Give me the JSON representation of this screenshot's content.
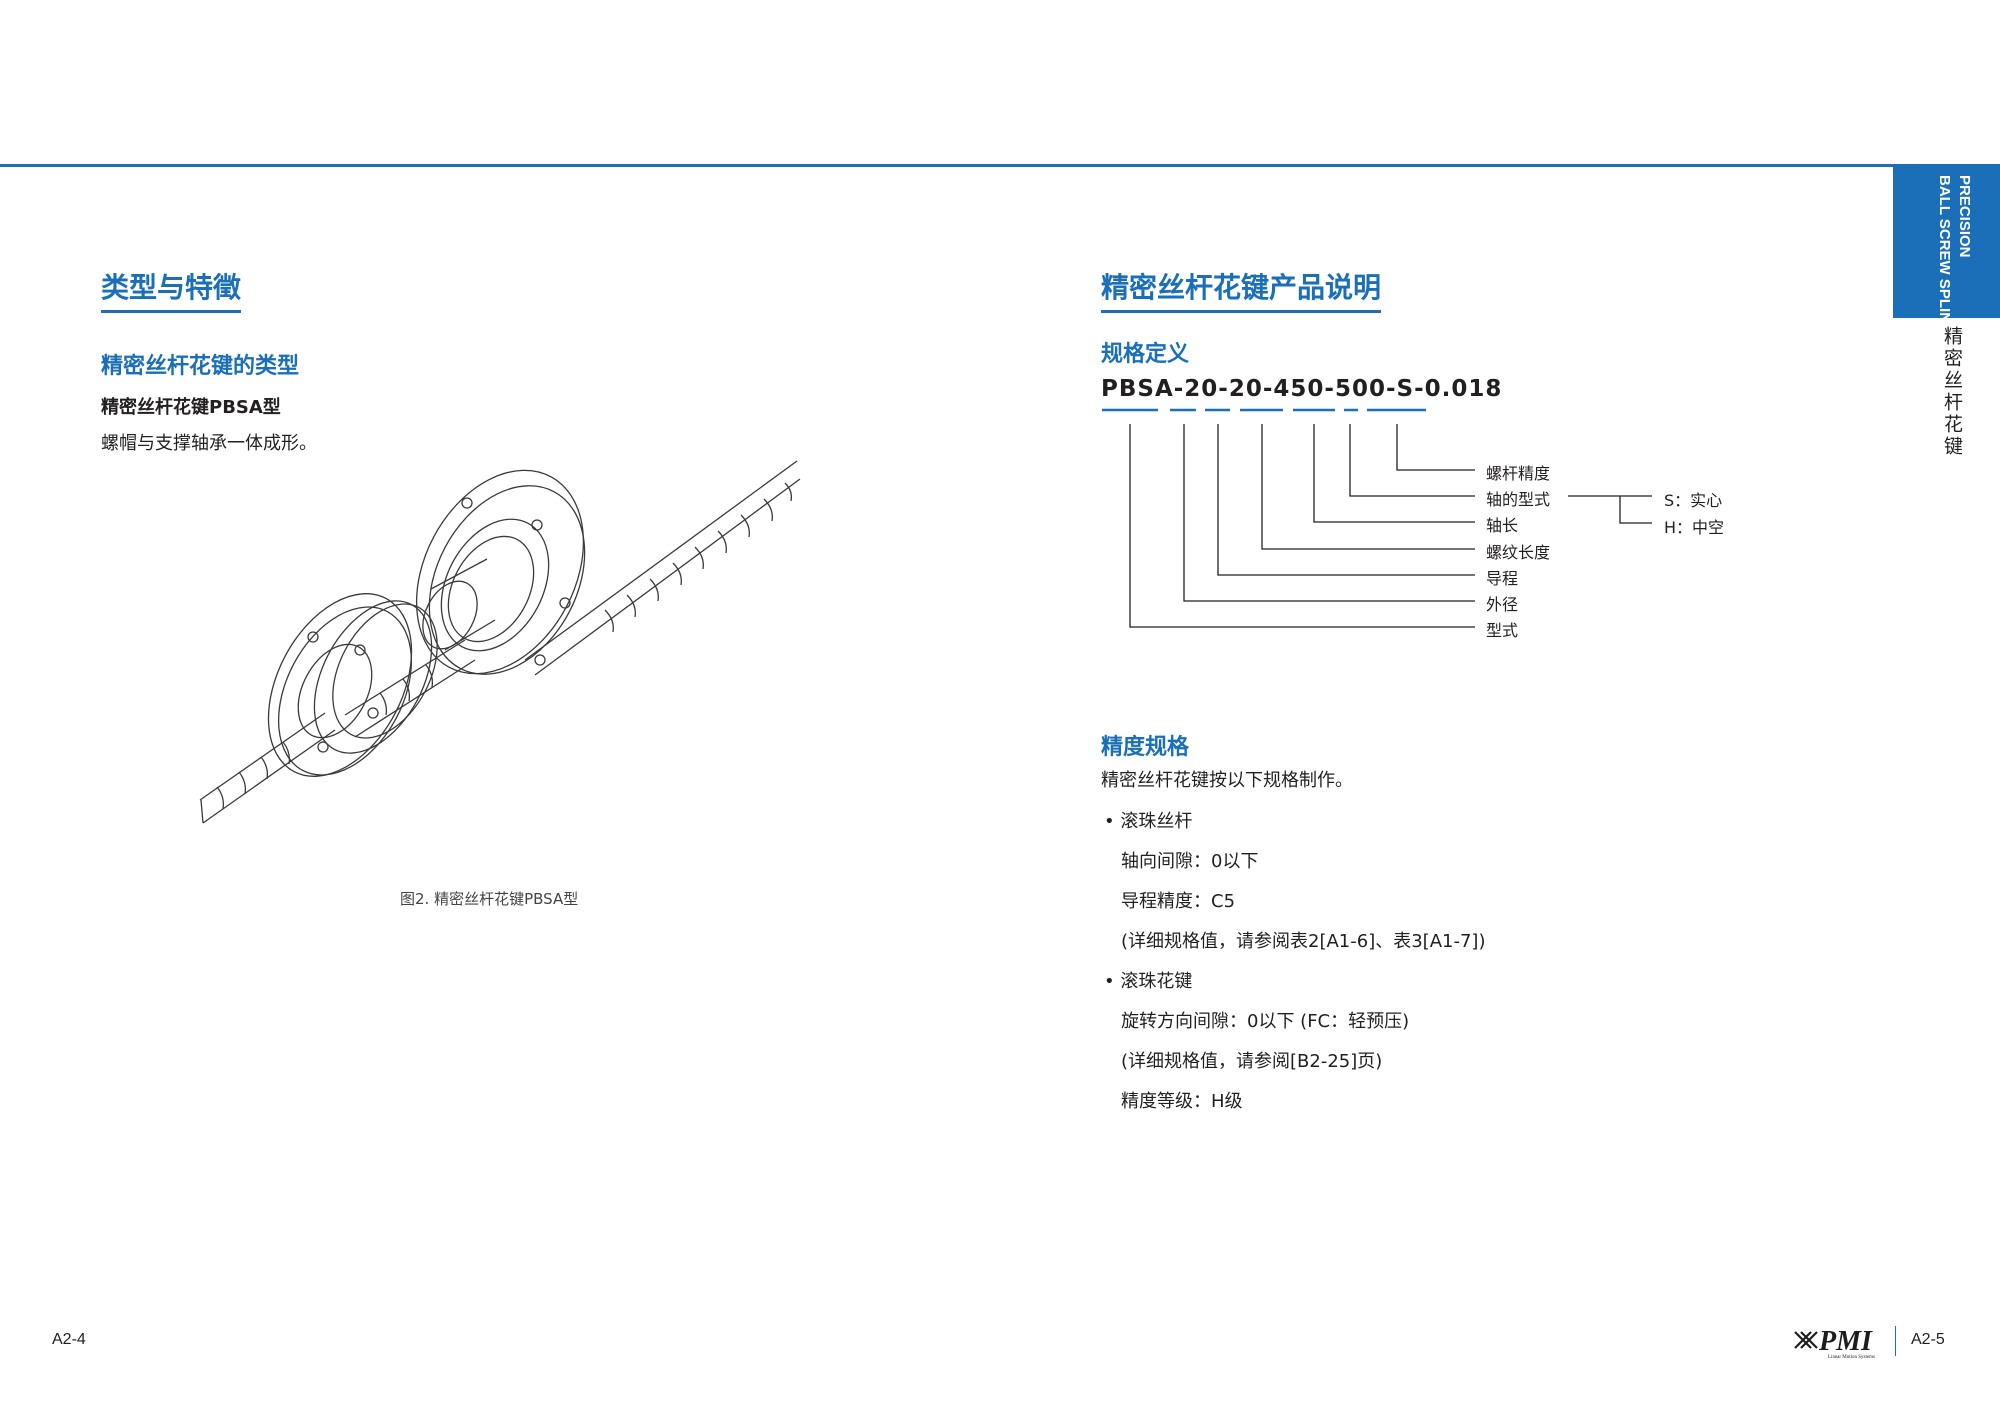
{
  "side_tab": {
    "en": "PRECISION\nBALL SCREW SPLINE",
    "cn": "精密丝杆花键"
  },
  "left": {
    "heading": "类型与特徵",
    "subheading": "精密丝杆花键的类型",
    "type_name": "精密丝杆花键PBSA型",
    "type_desc": "螺帽与支撑轴承一体成形。",
    "caption": "图2. 精密丝杆花键PBSA型",
    "page_number": "A2-4"
  },
  "right": {
    "heading": "精密丝杆花键产品说明",
    "spec": {
      "heading": "规格定义",
      "model": "PBSA-20-20-450-500-S-0.018",
      "labels": [
        "螺杆精度",
        "轴的型式",
        "轴长",
        "螺纹长度",
        "导程",
        "外径",
        "型式"
      ],
      "shaft_options": [
        "S：实心",
        "H：中空"
      ]
    },
    "accuracy": {
      "heading": "精度规格",
      "intro": "精密丝杆花键按以下规格制作。",
      "ballscrew_title": "• 滚珠丝杆",
      "ballscrew_lines": [
        "轴向间隙：0以下",
        "导程精度：C5",
        "(详细规格值，请参阅表2[A1-6]、表3[A1-7])"
      ],
      "spline_title": "• 滚珠花键",
      "spline_lines": [
        "旋转方向间隙：0以下 (FC：轻预压)",
        "(详细规格值，请参阅[B2-25]页)",
        "精度等级：H级"
      ]
    },
    "logo": {
      "brand": "PMI",
      "tagline": "Linear Motion Systems"
    },
    "page_number": "A2-5"
  },
  "colors": {
    "accent": "#1a6fb8",
    "text": "#231f20"
  }
}
